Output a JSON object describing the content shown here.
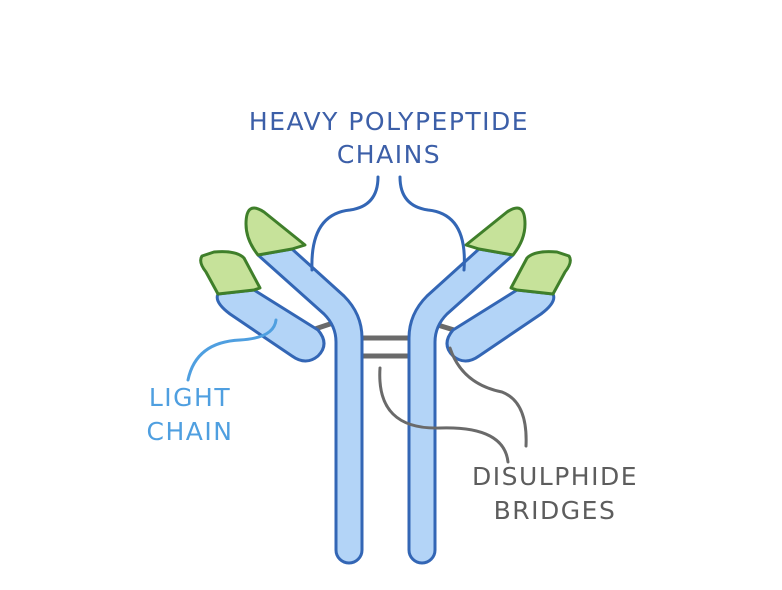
{
  "labels": {
    "heavy_line1": "HEAVY POLYPEPTIDE",
    "heavy_line2": "CHAINS",
    "light_line1": "LIGHT",
    "light_line2": "CHAIN",
    "bridge_line1": "DISULPHIDE",
    "bridge_line2": "BRIDGES"
  },
  "colors": {
    "heavy_label": "#3c5fa8",
    "light_label": "#4f9fe0",
    "bridge_label": "#5d5d5d",
    "chain_fill": "#b3d4f7",
    "chain_outline": "#3366b5",
    "variable_fill": "#c6e29a",
    "variable_outline": "#3f7f2a",
    "bridge_line": "#6a6a6a"
  }
}
